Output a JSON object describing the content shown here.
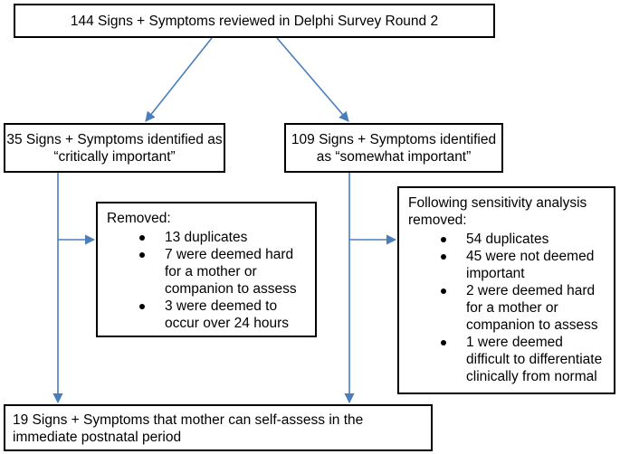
{
  "top": {
    "text": "144 Signs + Symptoms reviewed in Delphi Survey Round 2"
  },
  "critical": {
    "line1": "35 Signs + Symptoms identified as",
    "line2": "“critically important”"
  },
  "somewhat": {
    "line1": "109 Signs + Symptoms identified",
    "line2": "as “somewhat important”"
  },
  "removed_left": {
    "heading": "Removed:",
    "items": [
      "13 duplicates",
      "7 were deemed hard for a mother or companion to assess",
      "3 were deemed to occur over 24 hours"
    ]
  },
  "removed_right": {
    "heading": "Following sensitivity analysis removed:",
    "items": [
      "54 duplicates",
      "45 were not deemed important",
      "2 were deemed hard for a mother or companion to assess",
      "1 were deemed difficult to differentiate clinically from normal"
    ]
  },
  "bottom": {
    "text": "19 Signs + Symptoms that mother can self-assess in the immediate postnatal period"
  },
  "colors": {
    "arrow": "#4a7ebb",
    "border": "#000000"
  }
}
